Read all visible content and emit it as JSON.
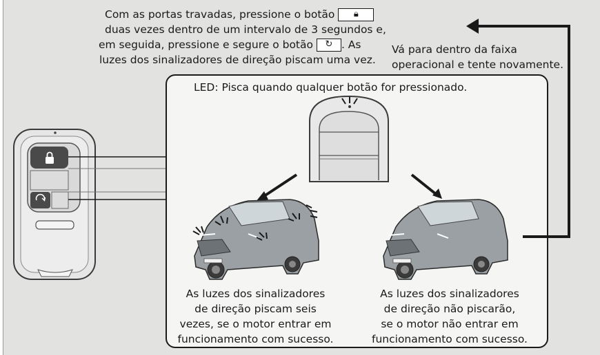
{
  "instruction": {
    "line1_before": "Com as portas travadas, pressione o botão",
    "line2": "duas vezes dentro de um intervalo de 3 segundos e,",
    "line3_before": "em seguida, pressione e segure o botão",
    "line3_after": ". As",
    "line4": "luzes dos sinalizadores de direção piscam uma vez."
  },
  "retry": {
    "line1": "Vá para dentro da faixa",
    "line2": "operacional e tente novamente."
  },
  "led_caption": "LED: Pisca quando qualquer botão for pressionado.",
  "success": {
    "line1": "As luzes dos sinalizadores",
    "line2": "de direção piscam seis",
    "line3": "vezes, se o motor entrar em",
    "line4": "funcionamento com sucesso."
  },
  "failure": {
    "line1": "As luzes dos sinalizadores",
    "line2": "de direção não piscarão,",
    "line3": "se o motor não entrar em",
    "line4": "funcionamento com sucesso."
  },
  "icons": {
    "lock": "lock-icon",
    "remote_start": "remote-start-icon"
  },
  "colors": {
    "background": "#e2e2e1",
    "panel": "#f5f5f4",
    "fob_body": "#e8e8e8",
    "fob_button_dark": "#4a4a4a",
    "car_body": "#9aa0a4",
    "line": "#1a1a1a"
  }
}
